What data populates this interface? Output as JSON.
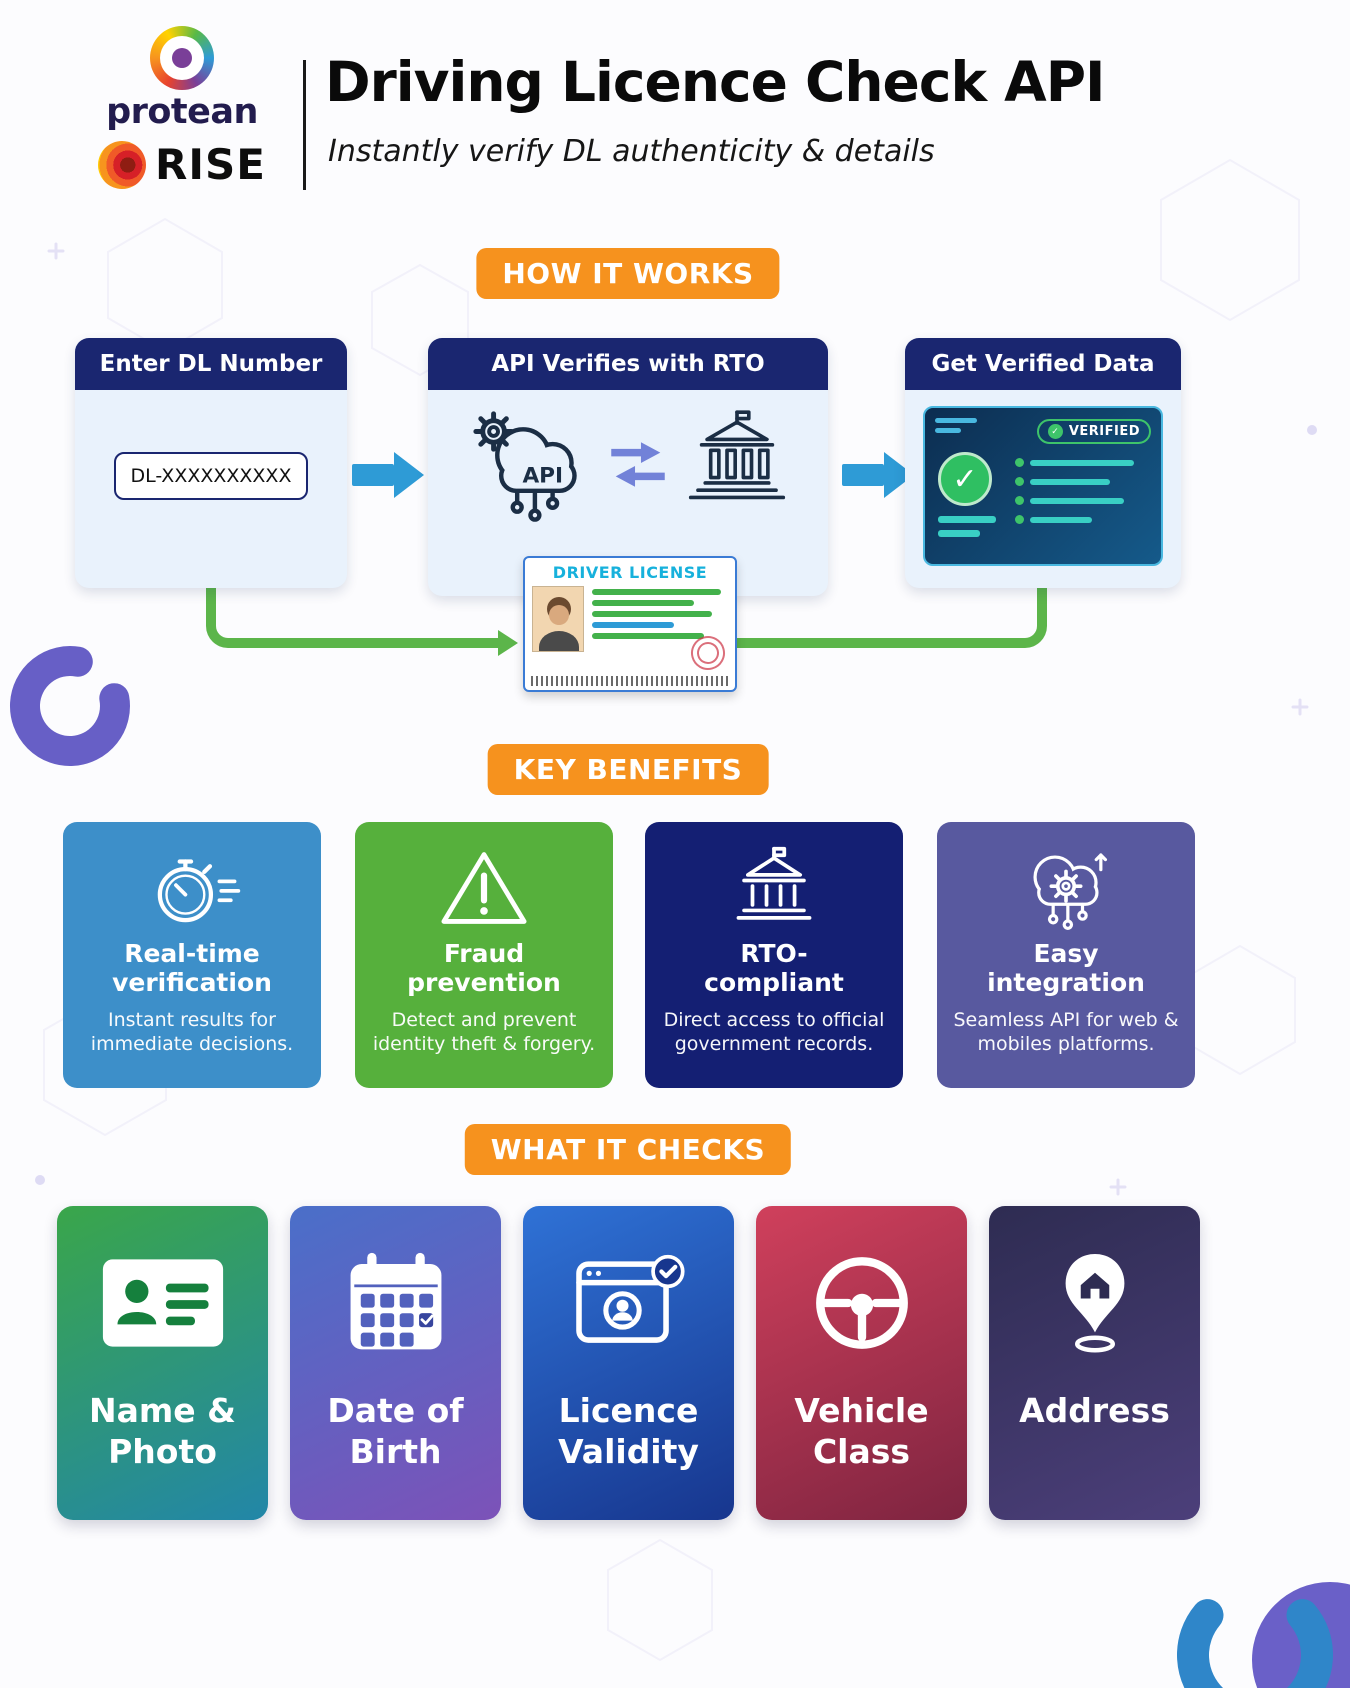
{
  "colors": {
    "accent_orange": "#F6921E",
    "navy_header": "#1A2670",
    "flow_body_blue": "#E9F2FC",
    "arrow_blue": "#2E9BD6",
    "connector_green": "#5CB54A",
    "benefit_blue": "#3D8FC9",
    "benefit_green": "#56B03C",
    "benefit_navy": "#141F73",
    "benefit_purple": "#58599F"
  },
  "header": {
    "brand": "protean",
    "brand_sub": "RISE",
    "title": "Driving Licence Check API",
    "subtitle": "Instantly verify DL authenticity & details"
  },
  "sections": {
    "how_it_works": "HOW IT WORKS",
    "key_benefits": "KEY BENEFITS",
    "what_it_checks": "WHAT IT CHECKS"
  },
  "flow": {
    "step1": {
      "title": "Enter DL Number",
      "input_value": "DL-XXXXXXXXXX"
    },
    "step2": {
      "title": "API Verifies with RTO",
      "cloud_label": "API"
    },
    "step3": {
      "title": "Get Verified Data",
      "badge": "VERIFIED"
    },
    "license": {
      "title": "DRIVER LICENSE"
    }
  },
  "benefits": [
    {
      "title": "Real-time verification",
      "description": "Instant results for immediate decisions.",
      "icon": "stopwatch-icon",
      "color": "#3D8FC9"
    },
    {
      "title": "Fraud prevention",
      "description": "Detect and prevent identity theft & forgery.",
      "icon": "warning-triangle-icon",
      "color": "#56B03C"
    },
    {
      "title": "RTO-compliant",
      "description": "Direct access to official government records.",
      "icon": "government-bank-icon",
      "color": "#141F73"
    },
    {
      "title": "Easy integration",
      "description": "Seamless API for web & mobiles platforms.",
      "icon": "cloud-gear-icon",
      "color": "#58599F"
    }
  ],
  "checks": [
    {
      "label": "Name & Photo",
      "icon": "id-card-icon",
      "gradient": [
        "#3AA64A",
        "#2286A8"
      ]
    },
    {
      "label": "Date of Birth",
      "icon": "calendar-icon",
      "gradient": [
        "#4A6FC9",
        "#7C52B8"
      ]
    },
    {
      "label": "Licence Validity",
      "icon": "browser-check-icon",
      "gradient": [
        "#2F72D6",
        "#17368E"
      ]
    },
    {
      "label": "Vehicle Class",
      "icon": "steering-wheel-icon",
      "gradient": [
        "#D0405C",
        "#7E2440"
      ]
    },
    {
      "label": "Address",
      "icon": "house-pin-icon",
      "gradient": [
        "#2E2C52",
        "#4C3F7A"
      ]
    }
  ]
}
